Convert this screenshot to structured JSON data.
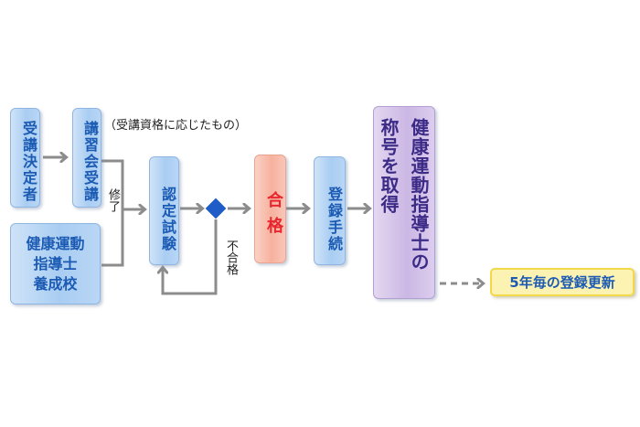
{
  "boxes": {
    "jukou_kettei": "受講決定者",
    "koushuukai": "講習会受講",
    "youseikou": [
      "健康運動",
      "指導士",
      "養成校"
    ],
    "nintei_shiken": "認定試験",
    "goukaku": "合格",
    "touroku": "登録手続",
    "title_col1": "健康運動指導士の",
    "title_col2": "称号を取得",
    "renew": "5年毎の登録更新"
  },
  "labels": {
    "note": "（受講資格に応じたもの）",
    "shuuryou": "修了",
    "fugoukaku": "不合格"
  },
  "colors": {
    "box_blue": "#a9cdf2",
    "text_blue": "#1c5bb3",
    "pass_red": "#e8262f",
    "title_purple": "#3b2a86",
    "arrow_gray": "#8c8c8c",
    "diamond_blue": "#1e5cc8",
    "renew_yellow": "#fcf3b3"
  }
}
